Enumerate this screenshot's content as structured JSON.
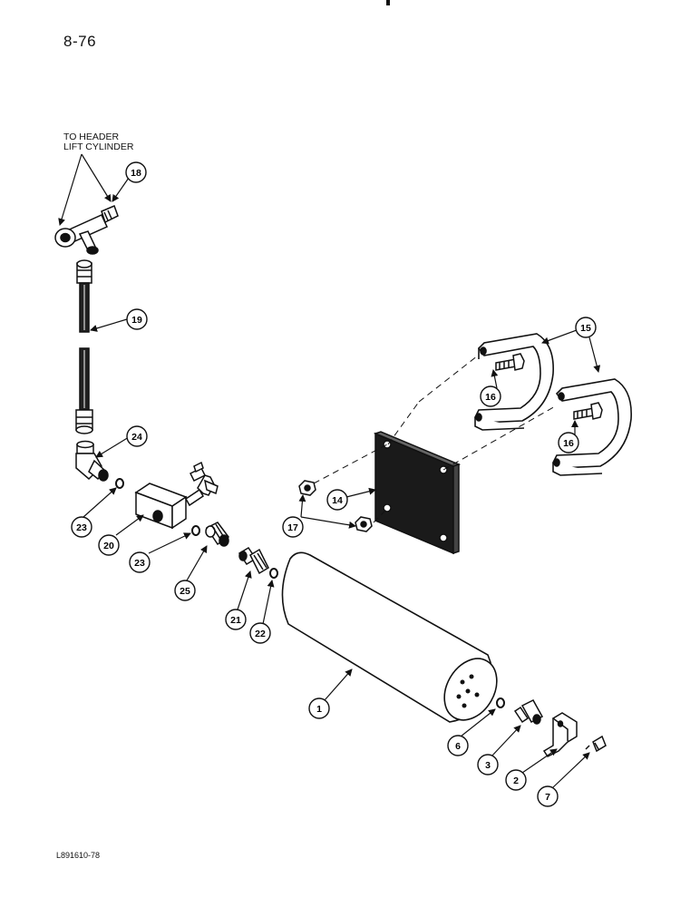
{
  "page": {
    "number": "8-76",
    "figure_code": "L891610-78",
    "note_line1": "TO HEADER",
    "note_line2": "LIFT CYLINDER"
  },
  "callouts": [
    "18",
    "19",
    "24",
    "23",
    "20",
    "23",
    "25",
    "21",
    "22",
    "15",
    "16",
    "16",
    "14",
    "17",
    "1",
    "6",
    "3",
    "2",
    "7"
  ]
}
